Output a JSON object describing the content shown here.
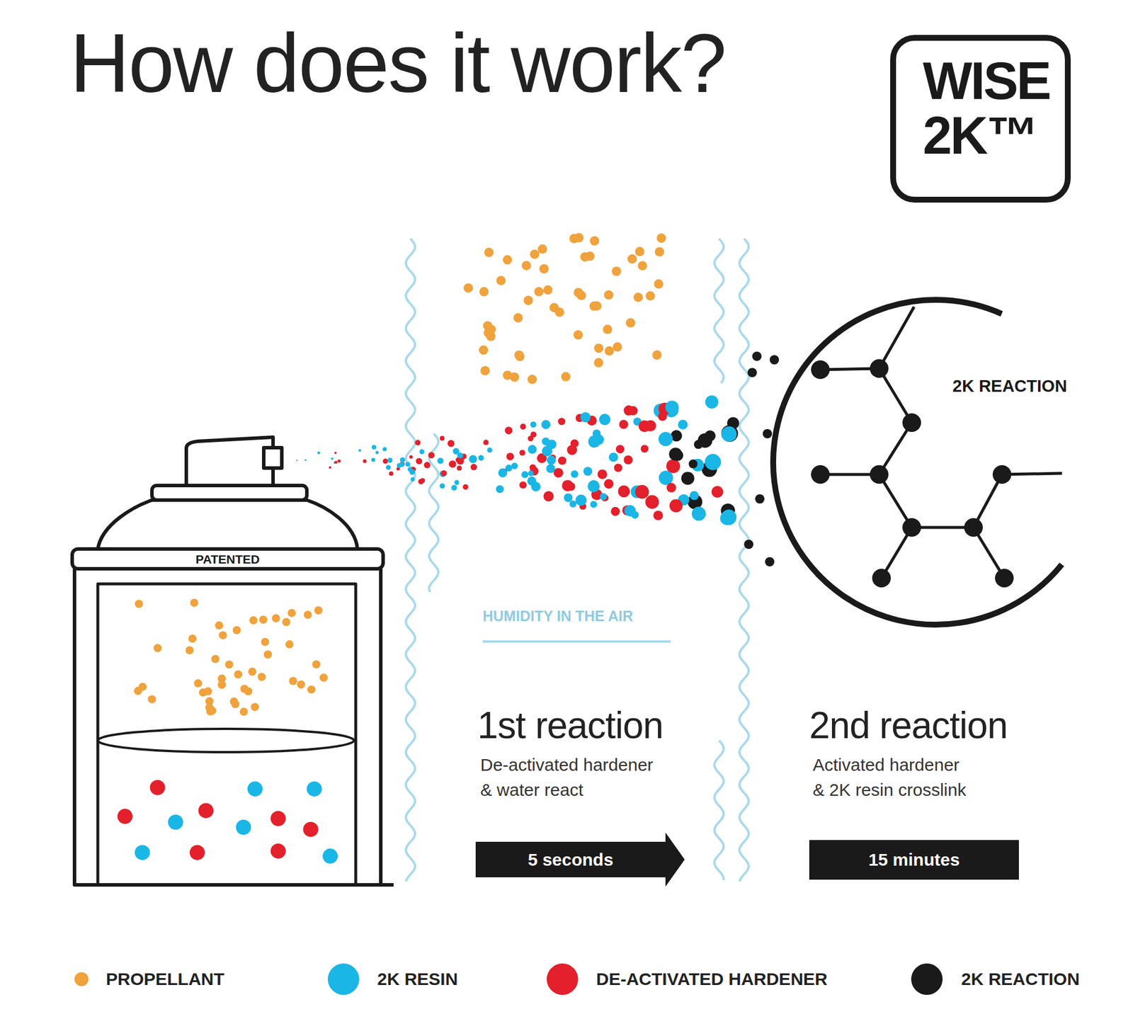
{
  "diagram": {
    "title": "How does it work?",
    "nodes": [
      {
        "text": [
          "WISE",
          "2K™"
        ]
      },
      {
        "text": [
          "5 seconds"
        ]
      },
      {
        "text": [
          "15 minutes"
        ]
      }
    ],
    "labels": [
      "PATENTED",
      "HUMIDITY IN THE AIR",
      "2K REACTION",
      "1st reaction",
      "De-activated hardener & water react",
      "2nd reaction",
      "Activated hardener & 2K resin crosslink"
    ],
    "legend": [
      {
        "text": "PROPELLANT",
        "color": "#f0a23c"
      },
      {
        "text": "2K RESIN",
        "color": "#1ab6e6"
      },
      {
        "text": "DE-ACTIVATED HARDENER",
        "color": "#e3202b"
      },
      {
        "text": "2K REACTION",
        "color": "#1a1a1a"
      }
    ]
  }
}
